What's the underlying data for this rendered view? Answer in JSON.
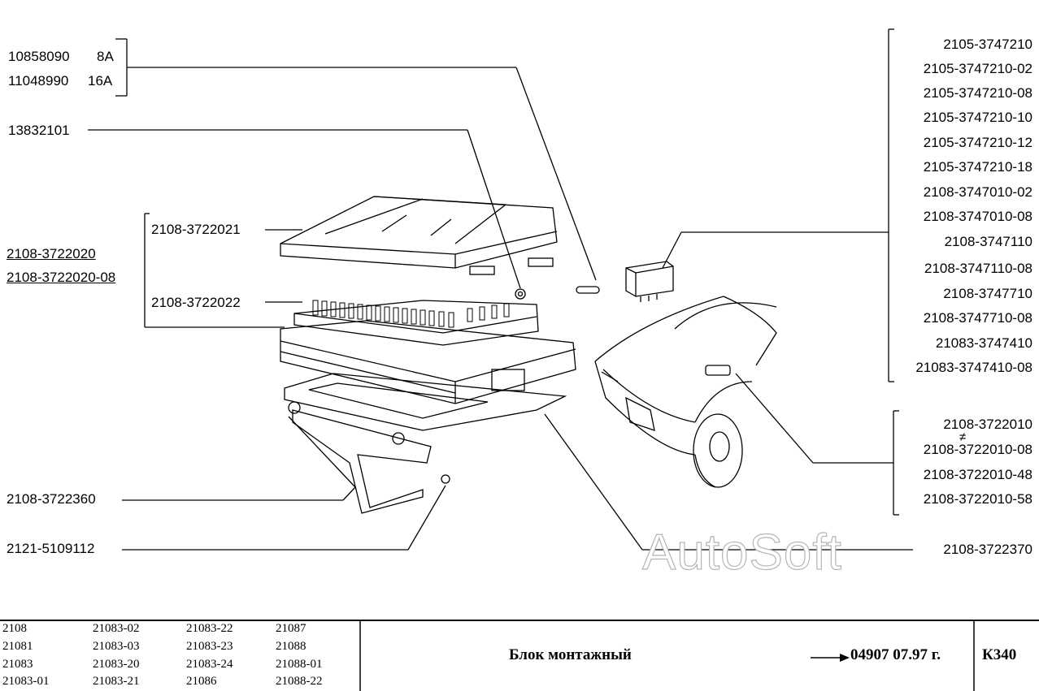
{
  "fuse_labels": [
    {
      "part": "10858090",
      "rating": "8A"
    },
    {
      "part": "11048990",
      "rating": "16A"
    }
  ],
  "left_labels": {
    "fuse_clip": "13832101",
    "cover": "2108-3722021",
    "block_1": "2108-3722020",
    "block_2": "2108-3722020-08",
    "board": "2108-3722022",
    "bracket": "2108-3722360",
    "screw": "2121-5109112"
  },
  "relay_labels": [
    "2105-3747210",
    "2105-3747210-02",
    "2105-3747210-08",
    "2105-3747210-10",
    "2105-3747210-12",
    "2105-3747210-18",
    "2108-3747010-02",
    "2108-3747010-08",
    "2108-3747110",
    "2108-3747110-08",
    "2108-3747710",
    "2108-3747710-08",
    "21083-3747410",
    "21083-3747410-08"
  ],
  "block_labels": [
    "2108-3722010",
    "2108-3722010-08",
    "2108-3722010-48",
    "2108-3722010-58"
  ],
  "gasket_label": "2108-3722370",
  "neq_sign": "≠",
  "watermark": "AutoSoft",
  "models": [
    [
      "2108",
      "21083-02",
      "21083-22",
      "21087"
    ],
    [
      "21081",
      "21083-03",
      "21083-23",
      "21088"
    ],
    [
      "21083",
      "21083-20",
      "21083-24",
      "21088-01"
    ],
    [
      "21083-01",
      "21083-21",
      "21086",
      "21088-22"
    ]
  ],
  "title": "Блок монтажный",
  "doc_ref": "04907 07.97 г.",
  "sheet_code": "К340"
}
